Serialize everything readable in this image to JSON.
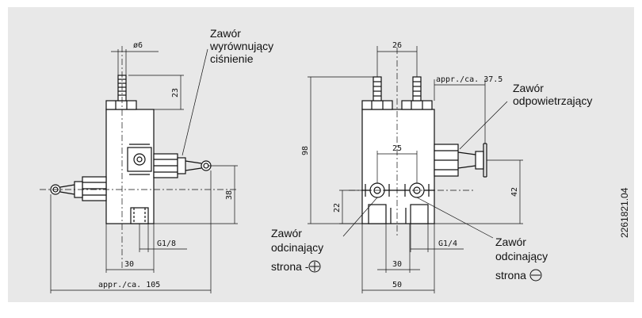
{
  "labels": {
    "valve_equalizing": [
      "Zawór",
      "wyrównujący",
      "ciśnienie"
    ],
    "valve_vent": [
      "Zawór",
      "odpowietrzający"
    ],
    "valve_shutoff_plus": [
      "Zawór",
      "odcinający",
      "strona -"
    ],
    "valve_shutoff_minus": [
      "Zawór",
      "odcinający",
      "strona"
    ]
  },
  "dimensions": {
    "d6": "ø6",
    "d23": "23",
    "d38": "38",
    "g18": "G1/8",
    "d30_left": "30",
    "d105": "appr./ca.  105",
    "d26": "26",
    "d375": "appr./ca. 37.5",
    "d98": "98",
    "d25": "25",
    "d42": "42",
    "d22": "22",
    "g14": "G1/4",
    "d30_right": "30",
    "d50": "50"
  },
  "doc_number": "2261821.04",
  "colors": {
    "background": "#e8e8e8",
    "line": "#111111"
  }
}
